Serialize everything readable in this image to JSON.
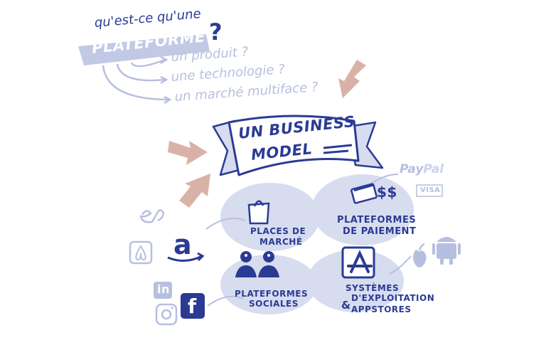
{
  "header": {
    "question": "qu'est-ce qu'une",
    "keyword": "PLATEFORME",
    "qmark": "?"
  },
  "options": [
    "un produit ?",
    "une technologie ?",
    "un marché multiface ?"
  ],
  "banner": {
    "line1": "UN BUSINESS",
    "line2": "MODEL"
  },
  "categories": {
    "marketplaces": {
      "line1": "PLACES DE",
      "line2": "MARCHÉ"
    },
    "payments": {
      "line1": "PLATEFORMES",
      "line2": "DE PAIEMENT"
    },
    "social": {
      "line1": "PLATEFORMES",
      "line2": "SOCIALES"
    },
    "os": {
      "line1": "SYSTÈMES",
      "line2": "D'EXPLOITATION",
      "line3": "APPSTORES",
      "amp": "&"
    }
  },
  "logos": {
    "paypal_pay": "Pay",
    "paypal_pal": "Pal",
    "visa": "VISA",
    "linkedin": "in",
    "facebook": "f",
    "amazon": "a",
    "dollars": "$$"
  },
  "colors": {
    "navy": "#2a3b94",
    "light_blue": "#b7bfe0",
    "blob": "#d7dcef",
    "arrow": "#d9b2a6"
  },
  "icons": [
    "shopping-bag-icon",
    "credit-card-icon",
    "people-icon",
    "appstore-icon",
    "apple-icon",
    "android-icon",
    "airbnb-icon",
    "etsy-icon",
    "instagram-icon"
  ]
}
